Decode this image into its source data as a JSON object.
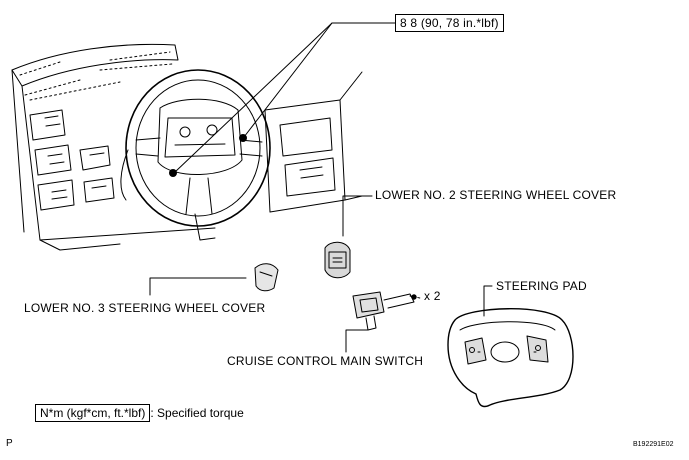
{
  "torque_callout": "8 8 (90, 78 in.*lbf)",
  "labels": {
    "lower_no2_cover": "LOWER NO. 2 STEERING WHEEL COVER",
    "lower_no3_cover": "LOWER NO. 3 STEERING WHEEL COVER",
    "steering_pad": "STEERING PAD",
    "cruise_switch": "CRUISE CONTROL MAIN SWITCH",
    "screw_qty": "x 2"
  },
  "legend": {
    "unit_box": "N*m (kgf*cm, ft.*lbf)",
    "description": ": Specified torque"
  },
  "corner_letter": "P",
  "figure_code": "B192291E02"
}
